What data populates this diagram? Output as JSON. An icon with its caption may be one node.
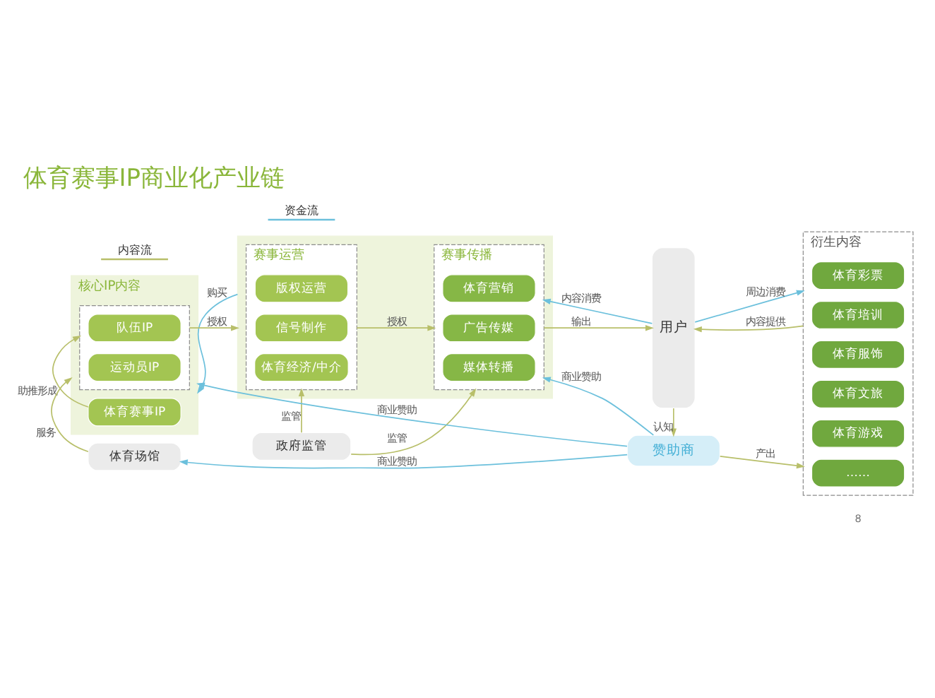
{
  "diagram": {
    "title": "体育赛事IP商业化产业链",
    "nodes": [
      {
        "text": [
          "核心IP内容"
        ]
      },
      {
        "text": [
          "体育赛事IP"
        ],
        "in": 0
      },
      {
        "text": [],
        "shape": "box",
        "in": 0
      },
      {
        "text": [
          "队伍IP"
        ],
        "in": 2
      },
      {
        "text": [
          "运动员IP"
        ],
        "in": 2
      },
      {
        "text": [],
        "shape": "box"
      },
      {
        "text": [
          "赛事运营"
        ],
        "in": 5
      },
      {
        "text": [
          "版权运营"
        ],
        "in": 6
      },
      {
        "text": [
          "信号制作"
        ],
        "in": 6
      },
      {
        "text": [
          "体育经济/中介"
        ],
        "in": 6
      },
      {
        "text": [
          "赛事传播"
        ],
        "in": 5
      },
      {
        "text": [
          "体育营销"
        ],
        "in": 10
      },
      {
        "text": [
          "广告传媒"
        ],
        "in": 10
      },
      {
        "text": [
          "媒体转播"
        ],
        "in": 10
      },
      {
        "text": [
          "用户"
        ]
      },
      {
        "text": [
          "衍生内容"
        ]
      },
      {
        "text": [
          "体育彩票"
        ],
        "in": 15
      },
      {
        "text": [
          "体育培训"
        ],
        "in": 15
      },
      {
        "text": [
          "体育服饰"
        ],
        "in": 15
      },
      {
        "text": [
          "体育文旅"
        ],
        "in": 15
      },
      {
        "text": [
          "体育游戏"
        ],
        "in": 15
      },
      {
        "text": [
          "……"
        ],
        "in": 15
      },
      {
        "text": [
          "体育场馆"
        ]
      },
      {
        "text": [
          "政府监管"
        ]
      },
      {
        "text": [
          "赞助商"
        ]
      }
    ],
    "edges": [
      {
        "from": 1,
        "to": 2,
        "arrow": "to",
        "label": "助推形成"
      },
      {
        "from": 5,
        "to": 0,
        "arrow": "to",
        "label": "购买",
        "color": "#6cc0dc"
      },
      {
        "from": 2,
        "to": 5,
        "arrow": "to",
        "label": "授权"
      },
      {
        "from": 6,
        "to": 10,
        "arrow": "to",
        "label": "授权"
      },
      {
        "from": 14,
        "to": 10,
        "arrow": "to",
        "label": "内容消费",
        "color": "#6cc0dc"
      },
      {
        "from": 10,
        "to": 14,
        "arrow": "to",
        "label": "输出"
      },
      {
        "from": 14,
        "to": 15,
        "arrow": "to",
        "label": "周边消费",
        "color": "#6cc0dc"
      },
      {
        "from": 15,
        "to": 14,
        "arrow": "to",
        "label": "内容提供"
      },
      {
        "from": 22,
        "to": 0,
        "arrow": "to",
        "label": "服务"
      },
      {
        "from": 24,
        "to": 0,
        "arrow": "to",
        "label": "商业赞助",
        "color": "#6cc0dc"
      },
      {
        "from": 24,
        "to": 22,
        "arrow": "to",
        "label": "商业赞助",
        "color": "#6cc0dc"
      },
      {
        "from": 23,
        "to": 6,
        "arrow": "to",
        "label": "监管"
      },
      {
        "from": 23,
        "to": 10,
        "arrow": "to",
        "label": "监管"
      },
      {
        "from": 24,
        "to": 10,
        "arrow": "to",
        "label": "商业赞助",
        "color": "#6cc0dc"
      },
      {
        "from": 14,
        "to": 24,
        "arrow": "to",
        "label": "认知"
      },
      {
        "from": 24,
        "to": 15,
        "arrow": "to",
        "label": "产出"
      }
    ],
    "labels": [
      "8"
    ],
    "legend": [
      {
        "text": "内容流"
      },
      {
        "text": "资金流"
      }
    ]
  }
}
